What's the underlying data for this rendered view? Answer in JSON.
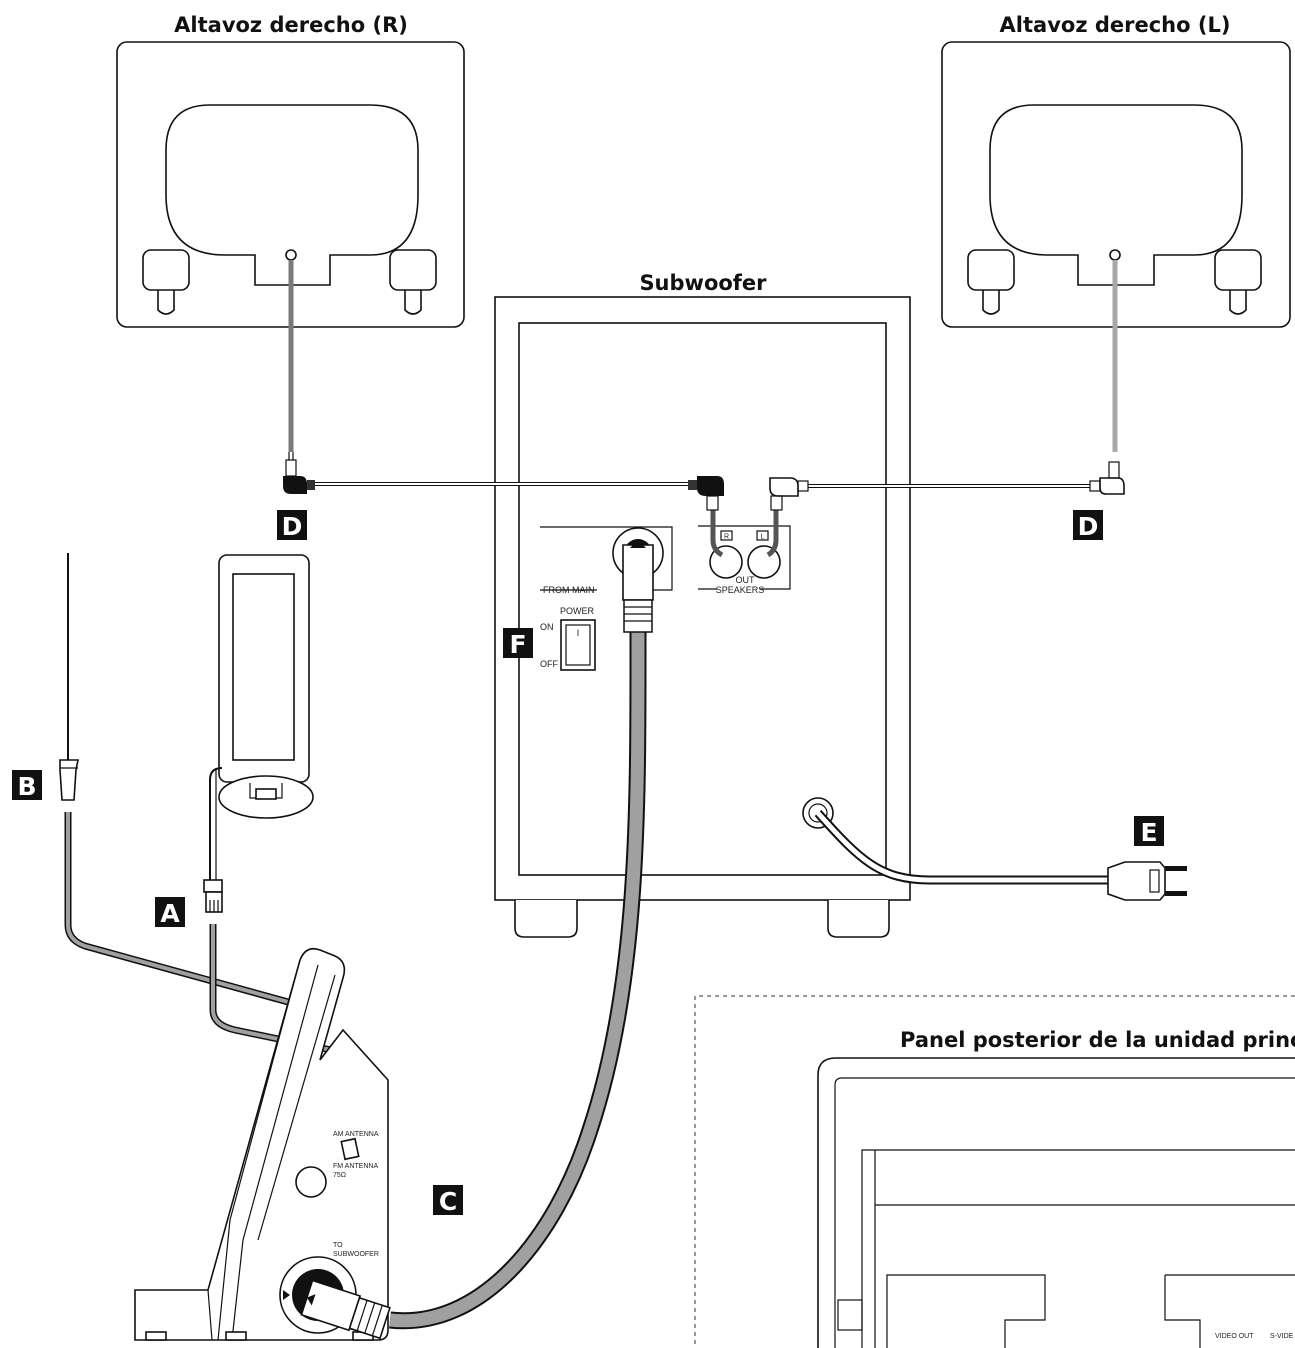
{
  "titles": {
    "right_speaker": "Altavoz derecho (R)",
    "left_speaker": "Altavoz derecho (L)",
    "subwoofer": "Subwoofer",
    "rear_panel": "Panel posterior de la unidad princ"
  },
  "labels": {
    "A": "A",
    "B": "B",
    "C": "C",
    "D": "D",
    "E": "E",
    "F": "F"
  },
  "subwoofer_panel": {
    "from_main": "FROM MAIN",
    "power": "POWER",
    "on": "ON",
    "off": "OFF",
    "switch_mark": "I",
    "jack_r": "R",
    "jack_l": "L",
    "out": "OUT",
    "speakers": "SPEAKERS"
  },
  "main_unit_side": {
    "am_antenna": "AM ANTENNA",
    "fm_antenna_1": "FM ANTENNA",
    "fm_antenna_2": "75Ω",
    "to_sub_1": "TO",
    "to_sub_2": "SUBWOOFER"
  },
  "rear_panel_labels": {
    "video_out": "VIDEO OUT",
    "s_video": "S-VIDE"
  },
  "colors": {
    "line": "#111111",
    "cable_gray": "#9a9a9a",
    "label_bg": "#111111"
  }
}
